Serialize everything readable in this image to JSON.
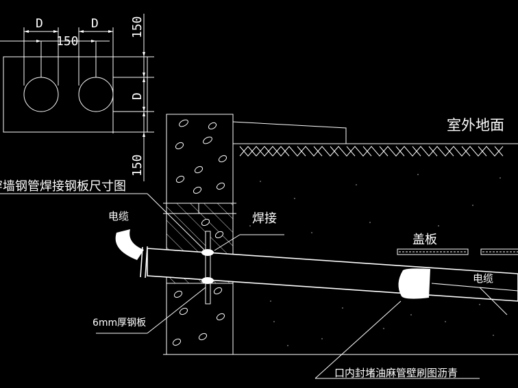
{
  "labels": {
    "outdoor_ground": "室外地面",
    "plate_size_title": "穿墙钢管焊接钢板尺寸图",
    "cable_left": "电缆",
    "weld": "焊接",
    "cover_plate": "盖板",
    "cable_right": "电缆",
    "steel_plate": "6mm厚钢板",
    "seal_note": "口内封堵油麻管壁刷图沥青"
  },
  "dimensions": {
    "d_left": "D",
    "d_right": "D",
    "spacing": "150",
    "margin_top": "150",
    "d_vertical": "D",
    "margin_bottom": "150"
  },
  "colors": {
    "background": "#000000",
    "line": "#ffffff"
  }
}
